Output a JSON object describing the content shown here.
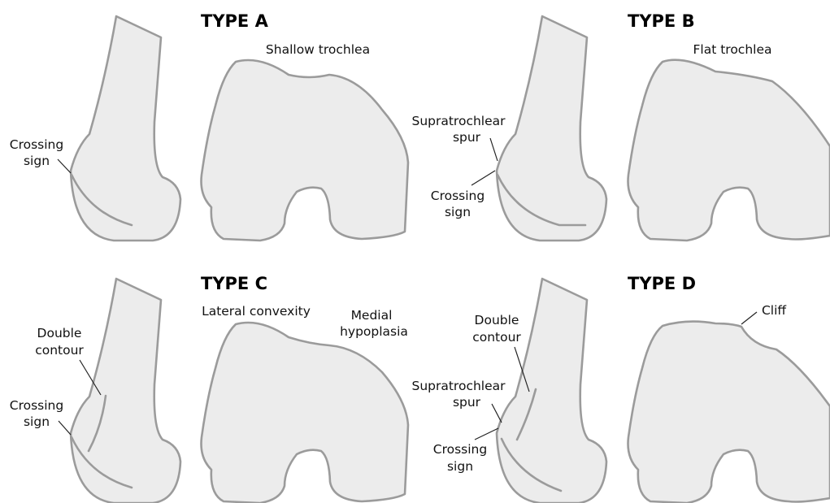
{
  "panels": {
    "a": {
      "title": "TYPE A",
      "trochlea_label": "Shallow trochlea",
      "crossing_sign": [
        "Crossing",
        "sign"
      ]
    },
    "b": {
      "title": "TYPE B",
      "trochlea_label": "Flat trochlea",
      "spur": [
        "Supratrochlear",
        "spur"
      ],
      "crossing_sign": [
        "Crossing",
        "sign"
      ]
    },
    "c": {
      "title": "TYPE C",
      "lateral_label": "Lateral convexity",
      "medial": [
        "Medial",
        "hypoplasia"
      ],
      "double_contour": [
        "Double",
        "contour"
      ],
      "crossing_sign": [
        "Crossing",
        "sign"
      ]
    },
    "d": {
      "title": "TYPE D",
      "cliff_label": "Cliff",
      "double_contour": [
        "Double",
        "contour"
      ],
      "spur": [
        "Supratrochlear",
        "spur"
      ],
      "crossing_sign": [
        "Crossing",
        "sign"
      ]
    }
  },
  "colors": {
    "bone_fill": "#ececec",
    "bone_stroke": "#9b9b9b",
    "text": "#111111"
  }
}
